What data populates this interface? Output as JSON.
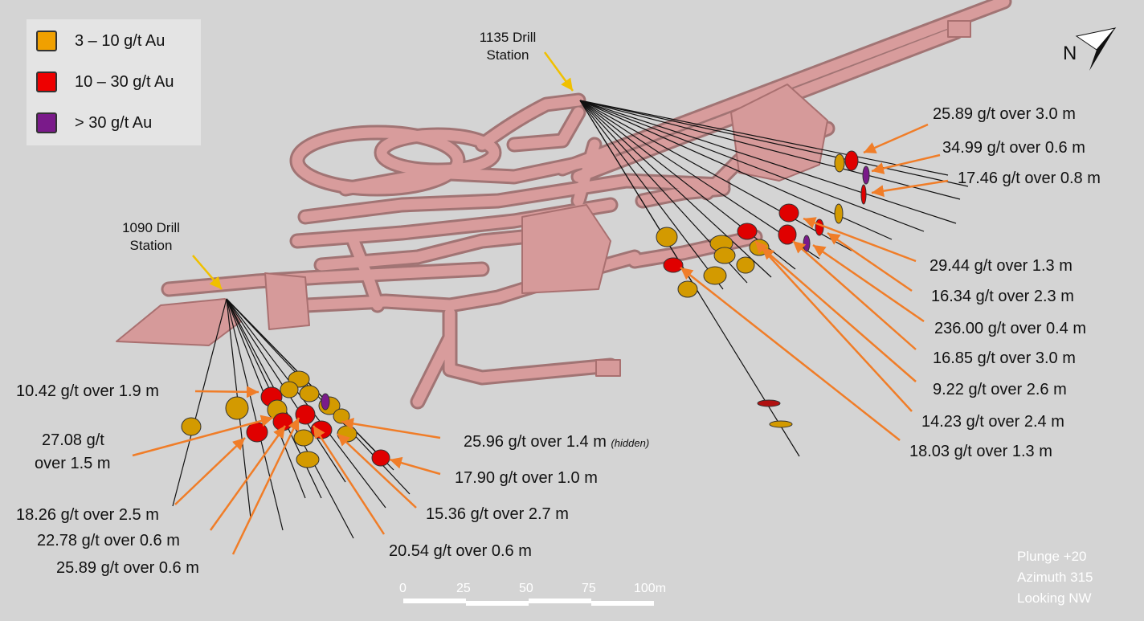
{
  "legend": [
    {
      "label": "3 – 10 g/t Au",
      "color": "#f0a000"
    },
    {
      "label": "10 – 30 g/t Au",
      "color": "#ee0000"
    },
    {
      "label": "> 30 g/t Au",
      "color": "#7a1a8a"
    }
  ],
  "stations": {
    "s1135": {
      "line1": "1135 Drill",
      "line2": "Station"
    },
    "s1090": {
      "line1": "1090 Drill",
      "line2": "Station"
    }
  },
  "north_label": "N",
  "right_labels": [
    "25.89 g/t over 3.0 m",
    "34.99 g/t over 0.6 m",
    "17.46 g/t over 0.8 m",
    "29.44 g/t over 1.3 m",
    "16.34 g/t over 2.3 m",
    "236.00 g/t over 0.4 m",
    "16.85 g/t over 3.0 m",
    "9.22 g/t over 2.6 m",
    "14.23 g/t over 2.4 m",
    "18.03 g/t over 1.3 m"
  ],
  "left_labels": {
    "a": "10.42 g/t over 1.9 m",
    "b1": "27.08 g/t",
    "b2": "over 1.5 m",
    "c": "25.96 g/t over 1.4 m",
    "c_note": "(hidden)",
    "d": "17.90 g/t over 1.0 m",
    "e": "15.36 g/t over 2.7 m",
    "f": "20.54 g/t over 0.6 m",
    "g": "18.26 g/t over 2.5 m",
    "h": "22.78 g/t over 0.6 m",
    "i": "25.89 g/t over 0.6 m"
  },
  "scale": [
    "0",
    "25",
    "50",
    "75",
    "100m"
  ],
  "view": [
    "Plunge +20",
    "Azimuth 315",
    "Looking NW"
  ]
}
